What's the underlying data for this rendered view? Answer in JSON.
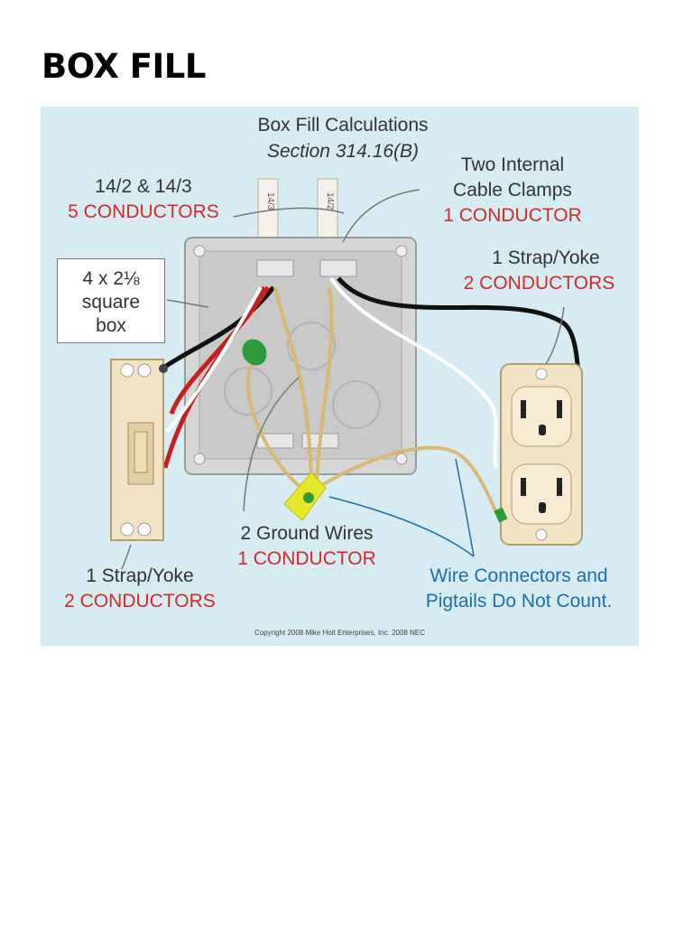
{
  "page": {
    "title": "BOX FILL"
  },
  "diagram": {
    "title": "Box Fill Calculations",
    "subtitle": "Section 314.16(B)",
    "cable_tag_1": "14/3",
    "cable_tag_2": "14/2",
    "cables": {
      "line1": "14/2 & 14/3",
      "line2": "5 CONDUCTORS"
    },
    "clamps": {
      "line1": "Two Internal",
      "line2": "Cable Clamps",
      "line3": "1 CONDUCTOR"
    },
    "box": {
      "line1": "4 x 2⅛",
      "line2": "square",
      "line3": "box"
    },
    "receptacle_yoke": {
      "line1": "1 Strap/Yoke",
      "line2": "2 CONDUCTORS"
    },
    "ground": {
      "line1": "2 Ground Wires",
      "line2": "1 CONDUCTOR"
    },
    "switch_yoke": {
      "line1": "1 Strap/Yoke",
      "line2": "2 CONDUCTORS"
    },
    "connectors": {
      "line1": "Wire Connectors and",
      "line2": "Pigtails Do Not Count."
    },
    "copyright": "Copyright 2008  Mike Holt Enterprises, Inc. 2008 NEC",
    "colors": {
      "background": "#d7ebf3",
      "label_black": "#333333",
      "label_red": "#d12a2a",
      "label_blue": "#1b6ea8",
      "box_metal": "#d6d6d6",
      "device_ivory": "#f2e3c4",
      "bare_ground": "#d9b872",
      "wire_red": "#c42020",
      "wire_black": "#111111",
      "wire_nut_yellow": "#e6e62a",
      "wire_nut_green": "#2e9a3a"
    }
  }
}
